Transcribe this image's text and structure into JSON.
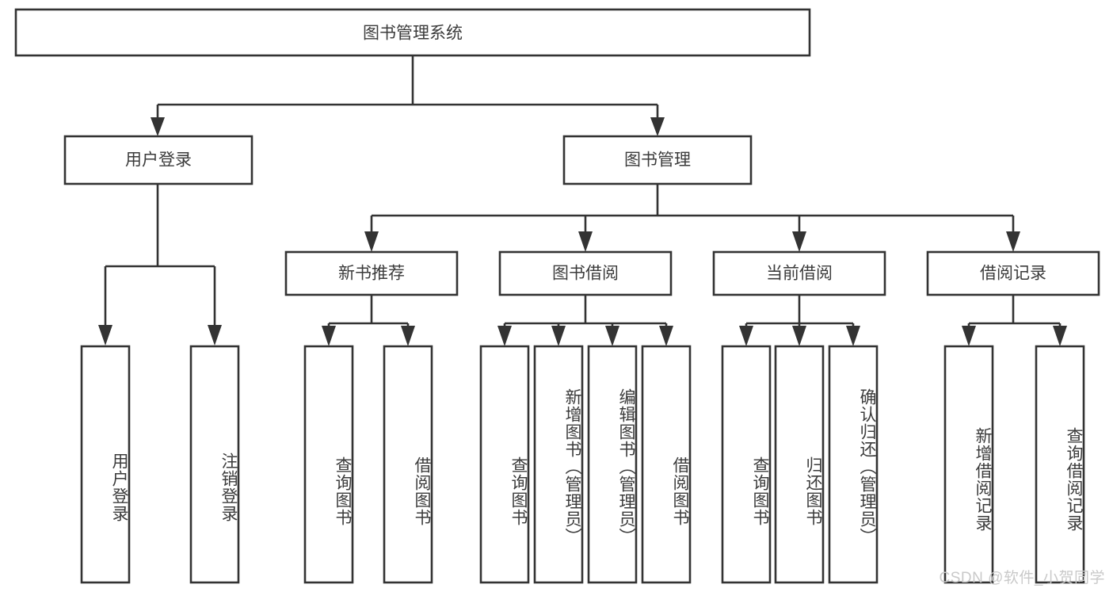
{
  "diagram": {
    "title": "图书管理系统",
    "type": "tree-hierarchy",
    "watermark": "CSDN @软件_小贺同学",
    "colors": {
      "background": "#ffffff",
      "box_stroke": "#333333",
      "connector": "#333333",
      "text": "#3b3b3b",
      "watermark": "#c9c9c9"
    },
    "root": {
      "label": "图书管理系统"
    },
    "level2": [
      {
        "label": "用户登录"
      },
      {
        "label": "图书管理"
      }
    ],
    "level3": [
      {
        "label": "新书推荐"
      },
      {
        "label": "图书借阅"
      },
      {
        "label": "当前借阅"
      },
      {
        "label": "借阅记录"
      }
    ],
    "leaves": {
      "user_login": [
        {
          "label": "用户登录"
        },
        {
          "label": "注销登录"
        }
      ],
      "new_book_recommend": [
        {
          "label": "查询图书"
        },
        {
          "label": "借阅图书"
        }
      ],
      "book_borrow": [
        {
          "label": "查询图书"
        },
        {
          "label": "新增图书（管理员）"
        },
        {
          "label": "编辑图书（管理员）"
        },
        {
          "label": "借阅图书"
        }
      ],
      "current_borrow": [
        {
          "label": "查询图书"
        },
        {
          "label": "归还图书"
        },
        {
          "label": "确认归还（管理员）"
        }
      ],
      "borrow_record": [
        {
          "label": "新增借阅记录"
        },
        {
          "label": "查询借阅记录"
        }
      ]
    }
  }
}
